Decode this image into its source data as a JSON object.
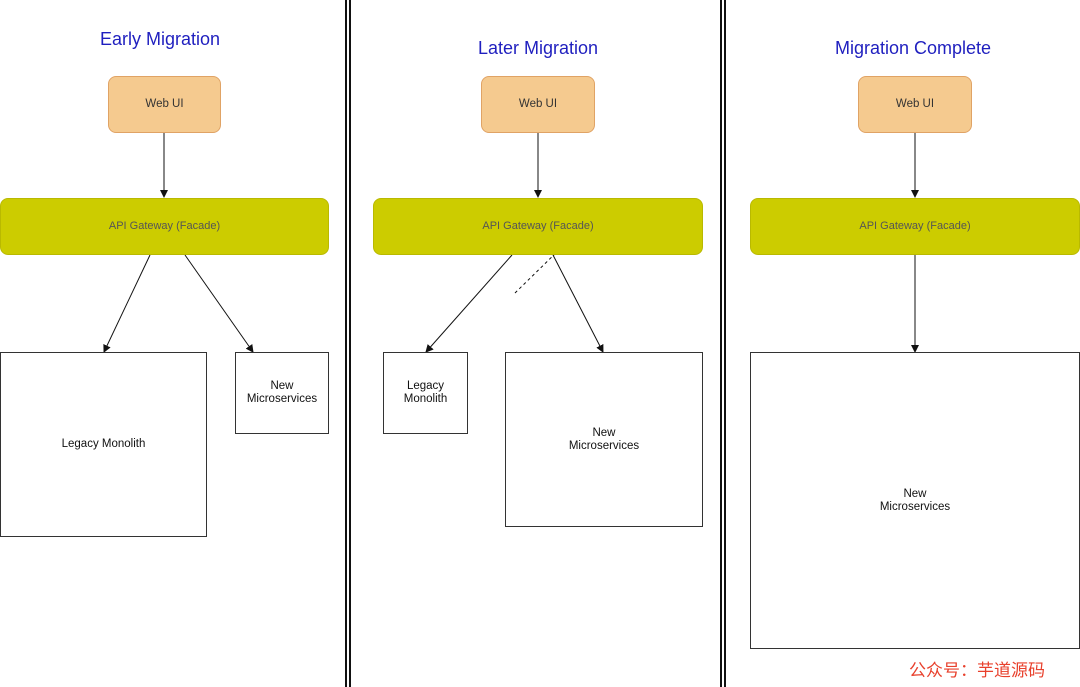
{
  "panels": [
    {
      "title": "Early Migration",
      "web_ui": "Web UI",
      "gateway": "API Gateway (Facade)",
      "legacy": "Legacy Monolith",
      "new_services": "New\nMicroservices"
    },
    {
      "title": "Later Migration",
      "web_ui": "Web UI",
      "gateway": "API Gateway (Facade)",
      "legacy": "Legacy Monolith",
      "new_services": "New\nMicroservices"
    },
    {
      "title": "Migration Complete",
      "web_ui": "Web UI",
      "gateway": "API Gateway (Facade)",
      "new_services": "New\nMicroservices"
    }
  ],
  "watermark": {
    "text": "公众号：芋道源码",
    "color": "#e8402c"
  },
  "colors": {
    "title": "#1f1fbf",
    "web_ui_fill": "#f5ca8f",
    "gateway_fill": "#cccc00"
  }
}
